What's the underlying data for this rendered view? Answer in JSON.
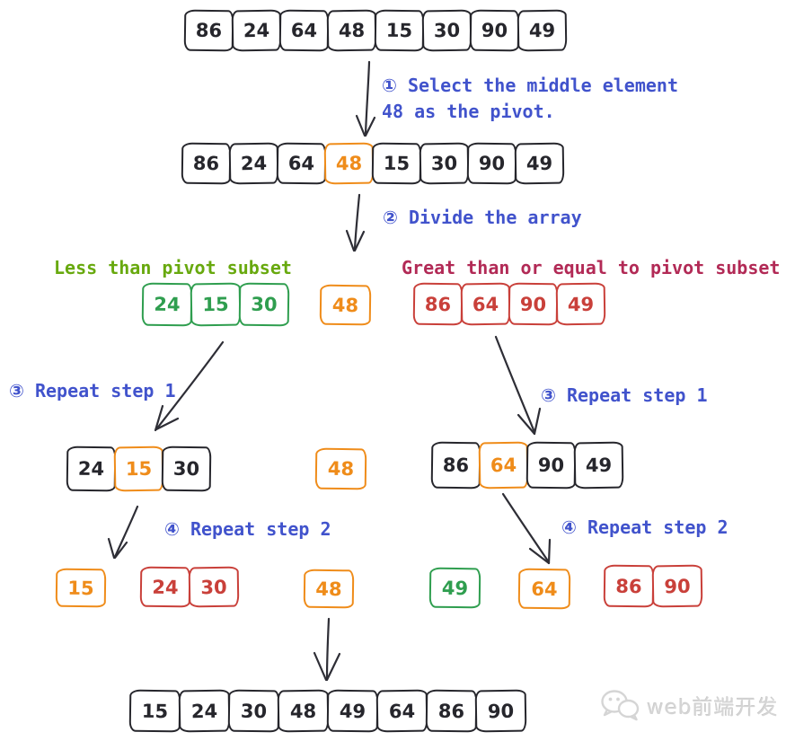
{
  "palette": {
    "ink": "#26262c",
    "blue": "#4153cc",
    "olive": "#68a90e",
    "green": "#2f9e4f",
    "red": "#c9403a",
    "crimson": "#b22a56",
    "orange": "#ef8c1a",
    "arrow": "#2e2e36",
    "watermark": "#d5d5d5"
  },
  "steps": {
    "step1": "① Select the middle element\n48 as the pivot.",
    "step2": "② Divide the array",
    "step3_left": "③ Repeat step 1",
    "step3_right": "③ Repeat step 1",
    "step4_left": "④ Repeat step 2",
    "step4_right": "④ Repeat step 2"
  },
  "labels": {
    "less_subset": "Less than pivot subset",
    "great_subset": "Great than or equal to pivot subset"
  },
  "arrays": {
    "initial": {
      "cells": [
        {
          "v": "86",
          "c": "black"
        },
        {
          "v": "24",
          "c": "black"
        },
        {
          "v": "64",
          "c": "black"
        },
        {
          "v": "48",
          "c": "black"
        },
        {
          "v": "15",
          "c": "black"
        },
        {
          "v": "30",
          "c": "black"
        },
        {
          "v": "90",
          "c": "black"
        },
        {
          "v": "49",
          "c": "black"
        }
      ]
    },
    "pivot_selected": {
      "cells": [
        {
          "v": "86",
          "c": "black"
        },
        {
          "v": "24",
          "c": "black"
        },
        {
          "v": "64",
          "c": "black"
        },
        {
          "v": "48",
          "c": "orange"
        },
        {
          "v": "15",
          "c": "black"
        },
        {
          "v": "30",
          "c": "black"
        },
        {
          "v": "90",
          "c": "black"
        },
        {
          "v": "49",
          "c": "black"
        }
      ]
    },
    "less_subset": {
      "cells": [
        {
          "v": "24",
          "c": "green"
        },
        {
          "v": "15",
          "c": "green"
        },
        {
          "v": "30",
          "c": "green"
        }
      ]
    },
    "pivot_a": {
      "cells": [
        {
          "v": "48",
          "c": "orange"
        }
      ]
    },
    "great_subset": {
      "cells": [
        {
          "v": "86",
          "c": "red"
        },
        {
          "v": "64",
          "c": "red"
        },
        {
          "v": "90",
          "c": "red"
        },
        {
          "v": "49",
          "c": "red"
        }
      ]
    },
    "left_partitioned": {
      "cells": [
        {
          "v": "24",
          "c": "black"
        },
        {
          "v": "15",
          "c": "orange"
        },
        {
          "v": "30",
          "c": "black"
        }
      ]
    },
    "pivot_b": {
      "cells": [
        {
          "v": "48",
          "c": "orange"
        }
      ]
    },
    "right_partitioned": {
      "cells": [
        {
          "v": "86",
          "c": "black"
        },
        {
          "v": "64",
          "c": "orange"
        },
        {
          "v": "90",
          "c": "black"
        },
        {
          "v": "49",
          "c": "black"
        }
      ]
    },
    "result_15": {
      "cells": [
        {
          "v": "15",
          "c": "orange"
        }
      ]
    },
    "result_24_30": {
      "cells": [
        {
          "v": "24",
          "c": "red"
        },
        {
          "v": "30",
          "c": "red"
        }
      ]
    },
    "result_48": {
      "cells": [
        {
          "v": "48",
          "c": "orange"
        }
      ]
    },
    "result_49": {
      "cells": [
        {
          "v": "49",
          "c": "green"
        }
      ]
    },
    "result_64": {
      "cells": [
        {
          "v": "64",
          "c": "orange"
        }
      ]
    },
    "result_86_90": {
      "cells": [
        {
          "v": "86",
          "c": "red"
        },
        {
          "v": "90",
          "c": "red"
        }
      ]
    },
    "final": {
      "cells": [
        {
          "v": "15",
          "c": "black"
        },
        {
          "v": "24",
          "c": "black"
        },
        {
          "v": "30",
          "c": "black"
        },
        {
          "v": "48",
          "c": "black"
        },
        {
          "v": "49",
          "c": "black"
        },
        {
          "v": "64",
          "c": "black"
        },
        {
          "v": "86",
          "c": "black"
        },
        {
          "v": "90",
          "c": "black"
        }
      ]
    }
  },
  "watermark": {
    "text": "web前端开发",
    "icon": "wechat-icon"
  }
}
